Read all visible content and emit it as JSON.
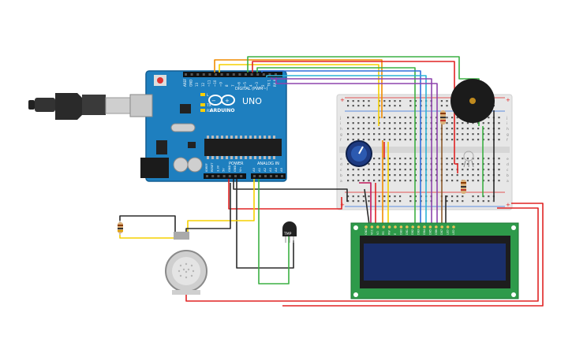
{
  "arduino": {
    "brand": "ARDUINO",
    "model": "UNO",
    "digital_label": "DIGITAL (PWM~)",
    "power_label": "POWER",
    "analog_label": "ANALOG IN",
    "tx_label": "TX",
    "rx_label": "RX",
    "l_label": "L",
    "digital_pins": [
      "AREF",
      "GND",
      "13",
      "12",
      "~11",
      "~10",
      "~9",
      "8",
      "7",
      "~6",
      "~5",
      "4",
      "~3",
      "2",
      "TX 1",
      "RX 0"
    ],
    "power_pins": [
      "IOREF",
      "RESET",
      "3.3V",
      "5V",
      "GND",
      "GND",
      "Vin"
    ],
    "analog_pins": [
      "A0",
      "A1",
      "A2",
      "A3",
      "A4",
      "A5"
    ]
  },
  "breadboard": {
    "top_rows": [
      "j",
      "i",
      "h",
      "g",
      "f"
    ],
    "bottom_rows": [
      "e",
      "d",
      "c",
      "b",
      "a"
    ]
  },
  "lcd": {
    "pin_labels": [
      "GND",
      "VCC",
      "V0",
      "RS",
      "RW",
      "E",
      "DB0",
      "DB1",
      "DB2",
      "DB3",
      "DB4",
      "DB5",
      "DB6",
      "DB7",
      "LED",
      "LED"
    ]
  },
  "temp_sensor": {
    "label": "TMP"
  },
  "wire_colors": {
    "red": "#e02424",
    "black": "#2b2b2b",
    "green": "#3cb043",
    "orange": "#f08c00",
    "yellow": "#f5d000",
    "blue": "#2f6fdc",
    "cyan": "#2bb3d6",
    "purple": "#8e44ad",
    "magenta": "#c2185b",
    "brown": "#8b5a2b"
  }
}
